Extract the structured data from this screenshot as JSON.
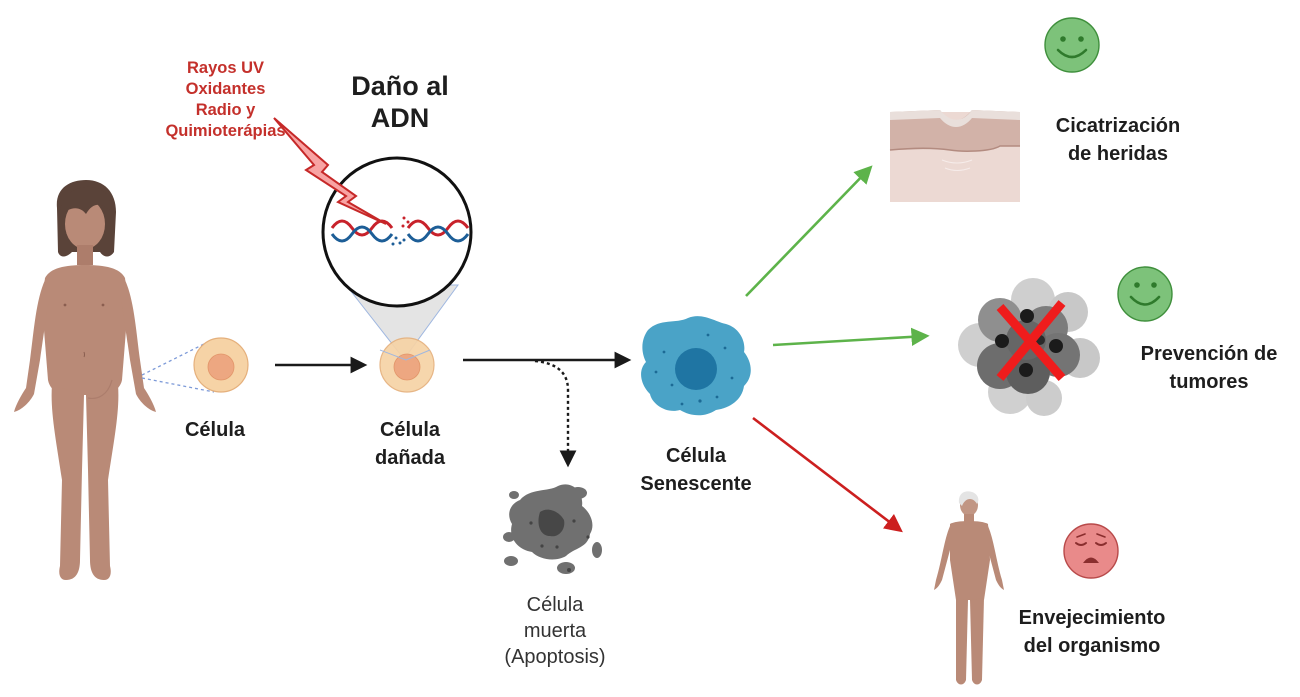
{
  "figure": {
    "language": "es",
    "colors": {
      "damage_text": "#c4302b",
      "lightning_fill": "#f8a3a3",
      "lightning_stroke": "#c62828",
      "positive_arrow": "#5db34a",
      "negative_arrow": "#cc1f1f",
      "neutral_arrow": "#1a1a1a",
      "happy_face": "#7dc27a",
      "sad_face": "#e98a8a",
      "cell_fill": "#f6d3a6",
      "cell_nucleus": "#eda781",
      "senescent_fill": "#4aa3c7",
      "senescent_nucleus": "#1f75a3",
      "dna_strand_a": "#c8222b",
      "dna_strand_b": "#1d5e97",
      "dead_cell": "#707070",
      "skin": "#b98a77"
    }
  },
  "damage_sources": {
    "lines": [
      "Rayos UV",
      "Oxidantes",
      "Radio y",
      "Quimioterápias"
    ]
  },
  "dna_damage": {
    "title_lines": [
      "Daño al",
      "ADN"
    ],
    "icon": "broken-dna-double-helix"
  },
  "stages": {
    "body": {
      "icon": "human-body-young"
    },
    "cell": {
      "label_lines": [
        "Célula"
      ],
      "icon": "healthy-cell"
    },
    "damaged_cell": {
      "label_lines": [
        "Célula",
        "dañada"
      ],
      "icon": "damaged-cell"
    },
    "senescent_cell": {
      "label_lines": [
        "Célula",
        "Senescente"
      ],
      "icon": "senescent-cell"
    },
    "dead_cell": {
      "label_lines": [
        "Célula",
        "muerta",
        "(Apoptosis)"
      ],
      "icon": "apoptotic-cell"
    }
  },
  "outcomes": [
    {
      "id": "wound-healing",
      "label_lines": [
        "Cicatrización",
        "de heridas"
      ],
      "effect": "positive",
      "face": "happy-face",
      "icon": "skin-tissue"
    },
    {
      "id": "tumor-prevention",
      "label_lines": [
        "Prevención de",
        "tumores"
      ],
      "effect": "positive",
      "face": "happy-face",
      "icon": "tumor-crossed-out"
    },
    {
      "id": "aging",
      "label_lines": [
        "Envejecimiento",
        "del organismo"
      ],
      "effect": "negative",
      "face": "sad-face",
      "icon": "human-body-elderly"
    }
  ],
  "flow": [
    {
      "from": "cell",
      "to": "damaged_cell",
      "style": "solid"
    },
    {
      "from": "damaged_cell",
      "to": "senescent_cell",
      "style": "solid"
    },
    {
      "from": "damaged_cell",
      "to": "dead_cell",
      "style": "dotted"
    },
    {
      "from": "senescent_cell",
      "to": "wound-healing",
      "style": "positive"
    },
    {
      "from": "senescent_cell",
      "to": "tumor-prevention",
      "style": "positive"
    },
    {
      "from": "senescent_cell",
      "to": "aging",
      "style": "negative"
    }
  ]
}
